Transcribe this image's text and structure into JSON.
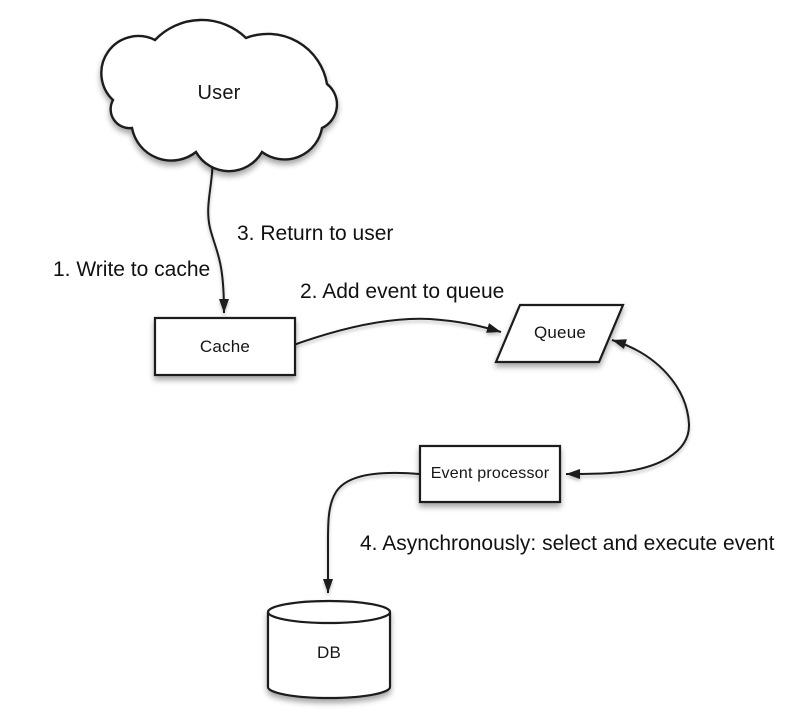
{
  "diagram": {
    "background_color": "#ffffff",
    "stroke_color": "#1a1a1a",
    "shape_fill_color": "#ffffff",
    "text_color": "#111111",
    "nodes": [
      {
        "id": "user",
        "label": "User",
        "shape": "cloud"
      },
      {
        "id": "cache",
        "label": "Cache",
        "shape": "rectangle"
      },
      {
        "id": "queue",
        "label": "Queue",
        "shape": "parallelogram"
      },
      {
        "id": "event-processor",
        "label": "Event processor",
        "shape": "rectangle"
      },
      {
        "id": "db",
        "label": "DB",
        "shape": "cylinder"
      }
    ],
    "edges": [
      {
        "from": "user",
        "to": "cache",
        "arrow": "single"
      },
      {
        "from": "cache",
        "to": "queue",
        "arrow": "single"
      },
      {
        "from": "queue",
        "to": "event-processor",
        "arrow": "double"
      },
      {
        "from": "event-processor",
        "to": "db",
        "arrow": "single"
      }
    ],
    "annotations": [
      {
        "step": 1,
        "text": "1. Write to cache"
      },
      {
        "step": 2,
        "text": "2. Add event to queue"
      },
      {
        "step": 3,
        "text": "3. Return to user"
      },
      {
        "step": 4,
        "text": "4. Asynchronously: select and execute event"
      }
    ]
  }
}
